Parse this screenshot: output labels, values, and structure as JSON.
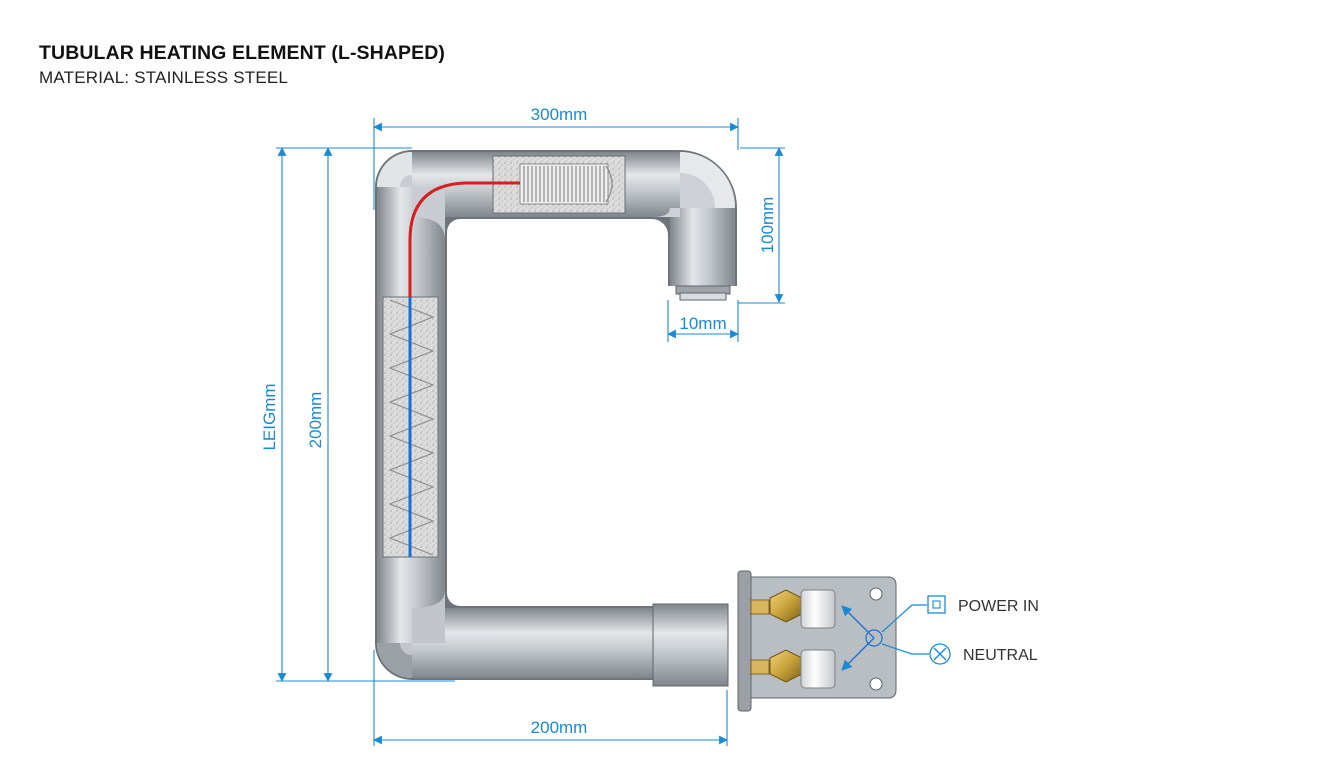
{
  "header": {
    "title": "TUBULAR HEATING ELEMENT (L-SHAPED)",
    "subtitle": "MATERIAL: STAINLESS STEEL"
  },
  "dimensions": {
    "top_width": "300mm",
    "right_drop": "100mm",
    "outlet_diameter": "10mm",
    "outer_height": "LEIGmm",
    "inner_height": "200mm",
    "bottom_width": "200mm"
  },
  "legend": {
    "power_label": "POWER IN",
    "neutral_label": "NEUTRAL",
    "power_icon": "square-terminal-icon",
    "neutral_icon": "circle-x-icon"
  },
  "colors": {
    "dimension": "#1a8ad4",
    "hot_wire": "#d42020",
    "cold_wire": "#1a6fd4",
    "steel": "#a8adb2",
    "brass": "#c9a33a"
  }
}
